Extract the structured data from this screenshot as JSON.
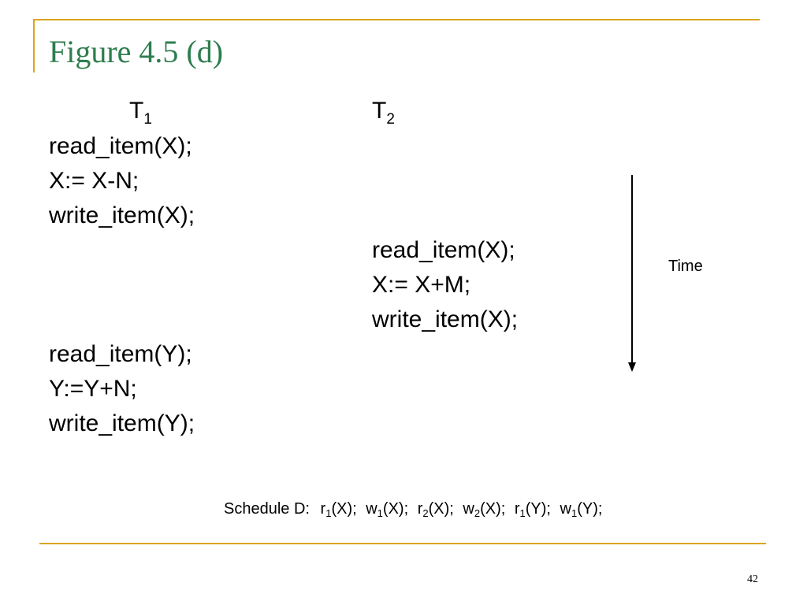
{
  "slide": {
    "title": "Figure 4.5 (d)",
    "page_number": "42",
    "accent_color": "#DAA520",
    "title_color": "#2E7D4F"
  },
  "columns": [
    {
      "base": "T",
      "sub": "1"
    },
    {
      "base": "T",
      "sub": "2"
    }
  ],
  "t1_first_ops": [
    "read_item(X);",
    "X:= X-N;",
    "write_item(X);"
  ],
  "t2_ops": [
    "read_item(X);",
    "X:= X+M;",
    "write_item(X);"
  ],
  "t1_second_ops": [
    "read_item(Y);",
    "Y:=Y+N;",
    "write_item(Y);"
  ],
  "time_label": "Time",
  "schedule": {
    "label": "Schedule D:",
    "ops": [
      {
        "op": "r",
        "sub": "1",
        "arg": "(X);"
      },
      {
        "op": "w",
        "sub": "1",
        "arg": "(X);"
      },
      {
        "op": "r",
        "sub": "2",
        "arg": "(X);"
      },
      {
        "op": "w",
        "sub": "2",
        "arg": "(X);"
      },
      {
        "op": "r",
        "sub": "1",
        "arg": "(Y);"
      },
      {
        "op": "w",
        "sub": "1",
        "arg": "(Y);"
      }
    ]
  }
}
